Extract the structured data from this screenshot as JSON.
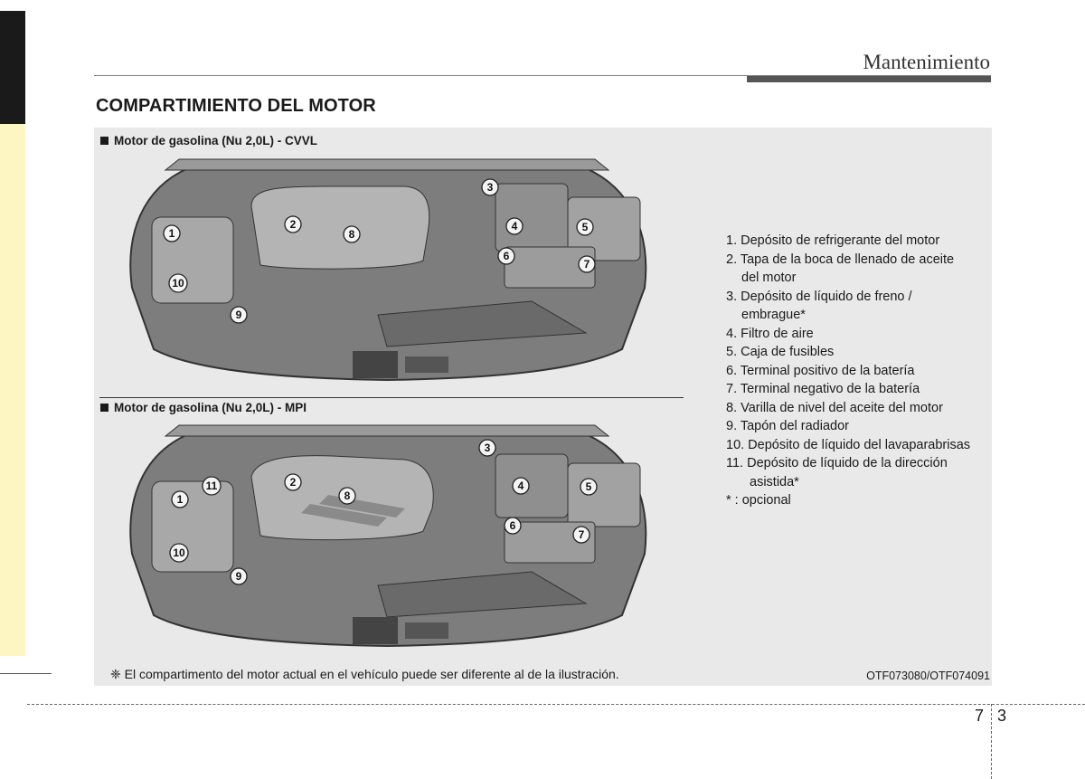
{
  "header": {
    "section": "Mantenimiento"
  },
  "title": "COMPARTIMIENTO DEL MOTOR",
  "figures": [
    {
      "heading": "Motor de gasolina (Nu 2,0L) - CVVL",
      "callouts": [
        "1",
        "2",
        "3",
        "4",
        "5",
        "6",
        "7",
        "8",
        "9",
        "10"
      ]
    },
    {
      "heading": "Motor de gasolina (Nu 2,0L) - MPI",
      "callouts": [
        "1",
        "2",
        "3",
        "4",
        "5",
        "6",
        "7",
        "8",
        "9",
        "10",
        "11"
      ]
    }
  ],
  "legend": [
    "1. Depósito de refrigerante del motor",
    "2. Tapa de la boca de llenado de aceite",
    "del motor",
    "3. Depósito de líquido de freno /",
    "embrague*",
    "4. Filtro de aire",
    "5. Caja de fusibles",
    "6. Terminal positivo de la batería",
    "7. Terminal negativo de la batería",
    "8. Varilla de nivel del aceite del motor",
    "9. Tapón del radiador",
    "10. Depósito de líquido del lavaparabrisas",
    "11. Depósito de líquido de la dirección",
    "asistida*",
    "* : opcional"
  ],
  "footnote": "❈ El compartimento del motor actual en el vehículo puede ser diferente al de la ilustración.",
  "image_code": "OTF073080/OTF074091",
  "page": {
    "chapter": "7",
    "number": "3"
  }
}
